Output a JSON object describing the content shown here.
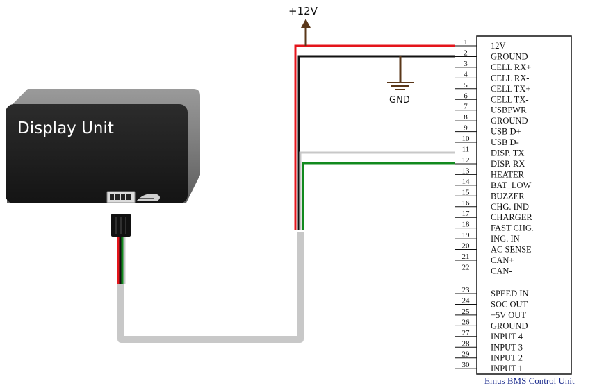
{
  "supply": {
    "label": "+12V"
  },
  "ground_symbol": {
    "label": "GND"
  },
  "display_unit": {
    "label": "Display Unit"
  },
  "control_unit": {
    "caption": "Emus BMS Control Unit",
    "pins": [
      {
        "num": "1",
        "label": "12V"
      },
      {
        "num": "2",
        "label": "GROUND"
      },
      {
        "num": "3",
        "label": "CELL RX+"
      },
      {
        "num": "4",
        "label": "CELL RX-"
      },
      {
        "num": "5",
        "label": "CELL TX+"
      },
      {
        "num": "6",
        "label": "CELL TX-"
      },
      {
        "num": "7",
        "label": "USBPWR"
      },
      {
        "num": "8",
        "label": "GROUND"
      },
      {
        "num": "9",
        "label": "USB D+"
      },
      {
        "num": "10",
        "label": "USB D-"
      },
      {
        "num": "11",
        "label": "DISP. TX"
      },
      {
        "num": "12",
        "label": "DISP. RX"
      },
      {
        "num": "13",
        "label": "HEATER"
      },
      {
        "num": "14",
        "label": "BAT_LOW"
      },
      {
        "num": "15",
        "label": "BUZZER"
      },
      {
        "num": "16",
        "label": "CHG. IND"
      },
      {
        "num": "17",
        "label": "CHARGER"
      },
      {
        "num": "18",
        "label": "FAST CHG."
      },
      {
        "num": "19",
        "label": "ING. IN"
      },
      {
        "num": "20",
        "label": "AC SENSE"
      },
      {
        "num": "21",
        "label": "CAN+"
      },
      {
        "num": "22",
        "label": "CAN-"
      },
      {
        "num": "23",
        "label": "SPEED IN"
      },
      {
        "num": "24",
        "label": "SOC OUT"
      },
      {
        "num": "25",
        "label": "+5V OUT"
      },
      {
        "num": "26",
        "label": "GROUND"
      },
      {
        "num": "27",
        "label": "INPUT 4"
      },
      {
        "num": "28",
        "label": "INPUT 3"
      },
      {
        "num": "29",
        "label": "INPUT 2"
      },
      {
        "num": "30",
        "label": "INPUT 1"
      }
    ]
  },
  "colors": {
    "red_wire": "#e4141b",
    "black_wire": "#111111",
    "green_wire": "#128a1e",
    "gray_wire": "#c8c8c8",
    "arrow_brown": "#5a3719",
    "display_body": "#232323",
    "caption_blue": "#1f2f8f"
  }
}
